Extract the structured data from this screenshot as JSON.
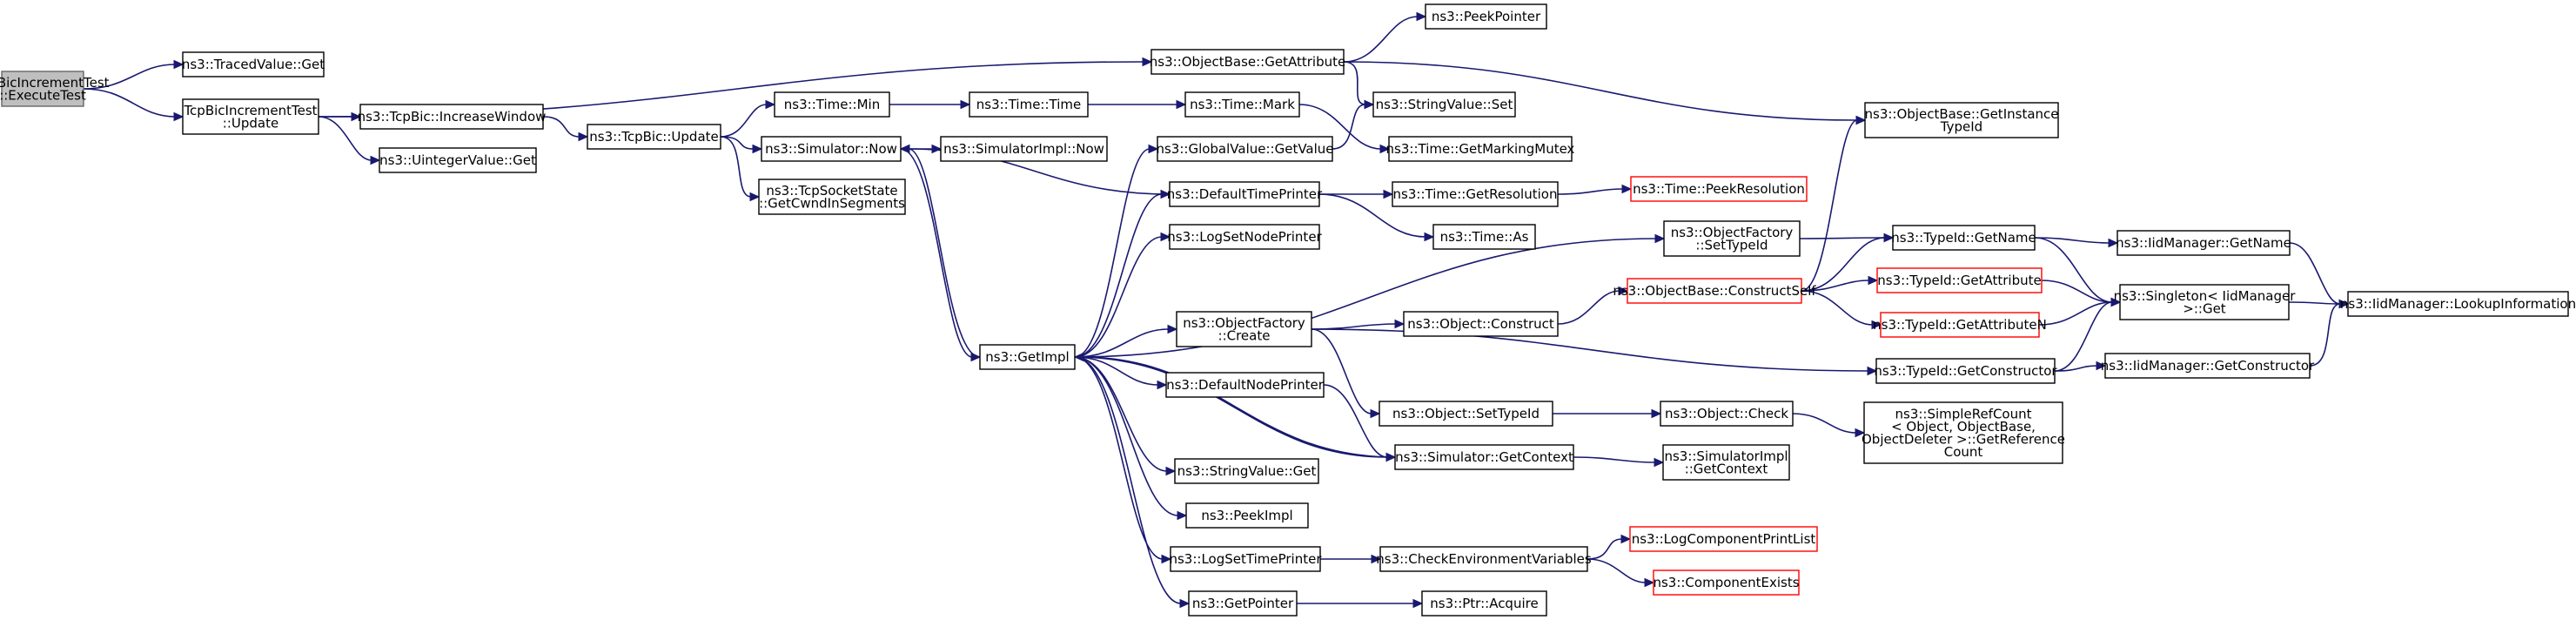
{
  "graph": {
    "nodes": [
      {
        "id": "n0",
        "lines": [
          "TcpBicIncrementTest",
          "::ExecuteTest"
        ],
        "style": "root"
      },
      {
        "id": "n1",
        "lines": [
          "ns3::TracedValue::Get"
        ]
      },
      {
        "id": "n2",
        "lines": [
          "TcpBicIncrementTest",
          "::Update"
        ]
      },
      {
        "id": "n3",
        "lines": [
          "ns3::ObjectBase::GetAttribute"
        ]
      },
      {
        "id": "n4",
        "lines": [
          "ns3::PeekPointer"
        ]
      },
      {
        "id": "n5",
        "lines": [
          "ns3::ObjectBase::GetInstance",
          "TypeId"
        ]
      },
      {
        "id": "n6",
        "lines": [
          "ns3::StringValue::Set"
        ]
      },
      {
        "id": "n7",
        "lines": [
          "ns3::TcpBic::IncreaseWindow"
        ]
      },
      {
        "id": "n8",
        "lines": [
          "ns3::UintegerValue::Get"
        ]
      },
      {
        "id": "n9",
        "lines": [
          "ns3::TcpBic::Update"
        ]
      },
      {
        "id": "n10",
        "lines": [
          "ns3::Time::Min"
        ]
      },
      {
        "id": "n11",
        "lines": [
          "ns3::Time::Time"
        ]
      },
      {
        "id": "n12",
        "lines": [
          "ns3::Time::Mark"
        ]
      },
      {
        "id": "n13",
        "lines": [
          "ns3::Time::GetMarkingMutex"
        ]
      },
      {
        "id": "n14",
        "lines": [
          "ns3::Simulator::Now"
        ]
      },
      {
        "id": "n15",
        "lines": [
          "ns3::SimulatorImpl::Now"
        ]
      },
      {
        "id": "n16",
        "lines": [
          "ns3::TcpSocketState",
          "::GetCwndInSegments"
        ]
      },
      {
        "id": "n17",
        "lines": [
          "ns3::GetImpl"
        ]
      },
      {
        "id": "n18",
        "lines": [
          "ns3::GlobalValue::GetValue"
        ]
      },
      {
        "id": "n19",
        "lines": [
          "ns3::DefaultTimePrinter"
        ]
      },
      {
        "id": "n20",
        "lines": [
          "ns3::Time::GetResolution"
        ]
      },
      {
        "id": "n21",
        "lines": [
          "ns3::Time::PeekResolution"
        ],
        "style": "trunc"
      },
      {
        "id": "n22",
        "lines": [
          "ns3::Time::As"
        ]
      },
      {
        "id": "n23",
        "lines": [
          "ns3::LogSetNodePrinter"
        ]
      },
      {
        "id": "n24",
        "lines": [
          "ns3::ObjectFactory",
          "::SetTypeId"
        ]
      },
      {
        "id": "n25",
        "lines": [
          "ns3::TypeId::GetName"
        ]
      },
      {
        "id": "n26",
        "lines": [
          "ns3::IidManager::GetName"
        ]
      },
      {
        "id": "n27",
        "lines": [
          "ns3::IidManager::LookupInformation"
        ]
      },
      {
        "id": "n28",
        "lines": [
          "ns3::ObjectBase::ConstructSelf"
        ],
        "style": "trunc"
      },
      {
        "id": "n29",
        "lines": [
          "ns3::TypeId::GetAttribute"
        ],
        "style": "trunc"
      },
      {
        "id": "n30",
        "lines": [
          "ns3::TypeId::GetAttributeN"
        ],
        "style": "trunc"
      },
      {
        "id": "n31",
        "lines": [
          "ns3::Singleton< IidManager",
          ">::Get"
        ]
      },
      {
        "id": "n32",
        "lines": [
          "ns3::ObjectFactory",
          "::Create"
        ]
      },
      {
        "id": "n33",
        "lines": [
          "ns3::Object::Construct"
        ]
      },
      {
        "id": "n34",
        "lines": [
          "ns3::TypeId::GetConstructor"
        ]
      },
      {
        "id": "n35",
        "lines": [
          "ns3::IidManager::GetConstructor"
        ]
      },
      {
        "id": "n36",
        "lines": [
          "ns3::DefaultNodePrinter"
        ]
      },
      {
        "id": "n37",
        "lines": [
          "ns3::Object::SetTypeId"
        ]
      },
      {
        "id": "n38",
        "lines": [
          "ns3::Object::Check"
        ]
      },
      {
        "id": "n39",
        "lines": [
          "ns3::SimpleRefCount",
          "< Object, ObjectBase,",
          "ObjectDeleter >::GetReference",
          "Count"
        ]
      },
      {
        "id": "n40",
        "lines": [
          "ns3::Simulator::GetContext"
        ]
      },
      {
        "id": "n41",
        "lines": [
          "ns3::SimulatorImpl",
          "::GetContext"
        ]
      },
      {
        "id": "n42",
        "lines": [
          "ns3::StringValue::Get"
        ]
      },
      {
        "id": "n43",
        "lines": [
          "ns3::PeekImpl"
        ]
      },
      {
        "id": "n44",
        "lines": [
          "ns3::LogSetTimePrinter"
        ]
      },
      {
        "id": "n45",
        "lines": [
          "ns3::CheckEnvironmentVariables"
        ]
      },
      {
        "id": "n46",
        "lines": [
          "ns3::LogComponentPrintList"
        ],
        "style": "trunc"
      },
      {
        "id": "n47",
        "lines": [
          "ns3::ComponentExists"
        ],
        "style": "trunc"
      },
      {
        "id": "n48",
        "lines": [
          "ns3::GetPointer"
        ]
      },
      {
        "id": "n49",
        "lines": [
          "ns3::Ptr::Acquire"
        ]
      }
    ],
    "edges": [
      [
        "n0",
        "n1"
      ],
      [
        "n0",
        "n2"
      ],
      [
        "n2",
        "n3"
      ],
      [
        "n2",
        "n7"
      ],
      [
        "n2",
        "n8"
      ],
      [
        "n3",
        "n4"
      ],
      [
        "n3",
        "n5"
      ],
      [
        "n3",
        "n6"
      ],
      [
        "n7",
        "n9"
      ],
      [
        "n9",
        "n10"
      ],
      [
        "n9",
        "n14"
      ],
      [
        "n9",
        "n16"
      ],
      [
        "n10",
        "n11"
      ],
      [
        "n11",
        "n12"
      ],
      [
        "n12",
        "n13"
      ],
      [
        "n14",
        "n15"
      ],
      [
        "n14",
        "n17"
      ],
      [
        "n17",
        "n14"
      ],
      [
        "n17",
        "n18"
      ],
      [
        "n17",
        "n19"
      ],
      [
        "n17",
        "n23"
      ],
      [
        "n17",
        "n24"
      ],
      [
        "n17",
        "n32"
      ],
      [
        "n17",
        "n36"
      ],
      [
        "n17",
        "n40"
      ],
      [
        "n17",
        "n42"
      ],
      [
        "n17",
        "n43"
      ],
      [
        "n17",
        "n44"
      ],
      [
        "n17",
        "n48"
      ],
      [
        "n18",
        "n6"
      ],
      [
        "n19",
        "n14"
      ],
      [
        "n19",
        "n20"
      ],
      [
        "n19",
        "n22"
      ],
      [
        "n20",
        "n21"
      ],
      [
        "n24",
        "n25"
      ],
      [
        "n25",
        "n26"
      ],
      [
        "n25",
        "n31"
      ],
      [
        "n26",
        "n27"
      ],
      [
        "n28",
        "n5"
      ],
      [
        "n28",
        "n25"
      ],
      [
        "n28",
        "n29"
      ],
      [
        "n28",
        "n30"
      ],
      [
        "n29",
        "n31"
      ],
      [
        "n30",
        "n31"
      ],
      [
        "n31",
        "n27"
      ],
      [
        "n32",
        "n33"
      ],
      [
        "n32",
        "n34"
      ],
      [
        "n32",
        "n37"
      ],
      [
        "n33",
        "n28"
      ],
      [
        "n34",
        "n31"
      ],
      [
        "n34",
        "n35"
      ],
      [
        "n35",
        "n27"
      ],
      [
        "n36",
        "n40"
      ],
      [
        "n37",
        "n38"
      ],
      [
        "n38",
        "n39"
      ],
      [
        "n40",
        "n17"
      ],
      [
        "n40",
        "n41"
      ],
      [
        "n44",
        "n45"
      ],
      [
        "n45",
        "n46"
      ],
      [
        "n45",
        "n47"
      ],
      [
        "n48",
        "n49"
      ]
    ]
  }
}
